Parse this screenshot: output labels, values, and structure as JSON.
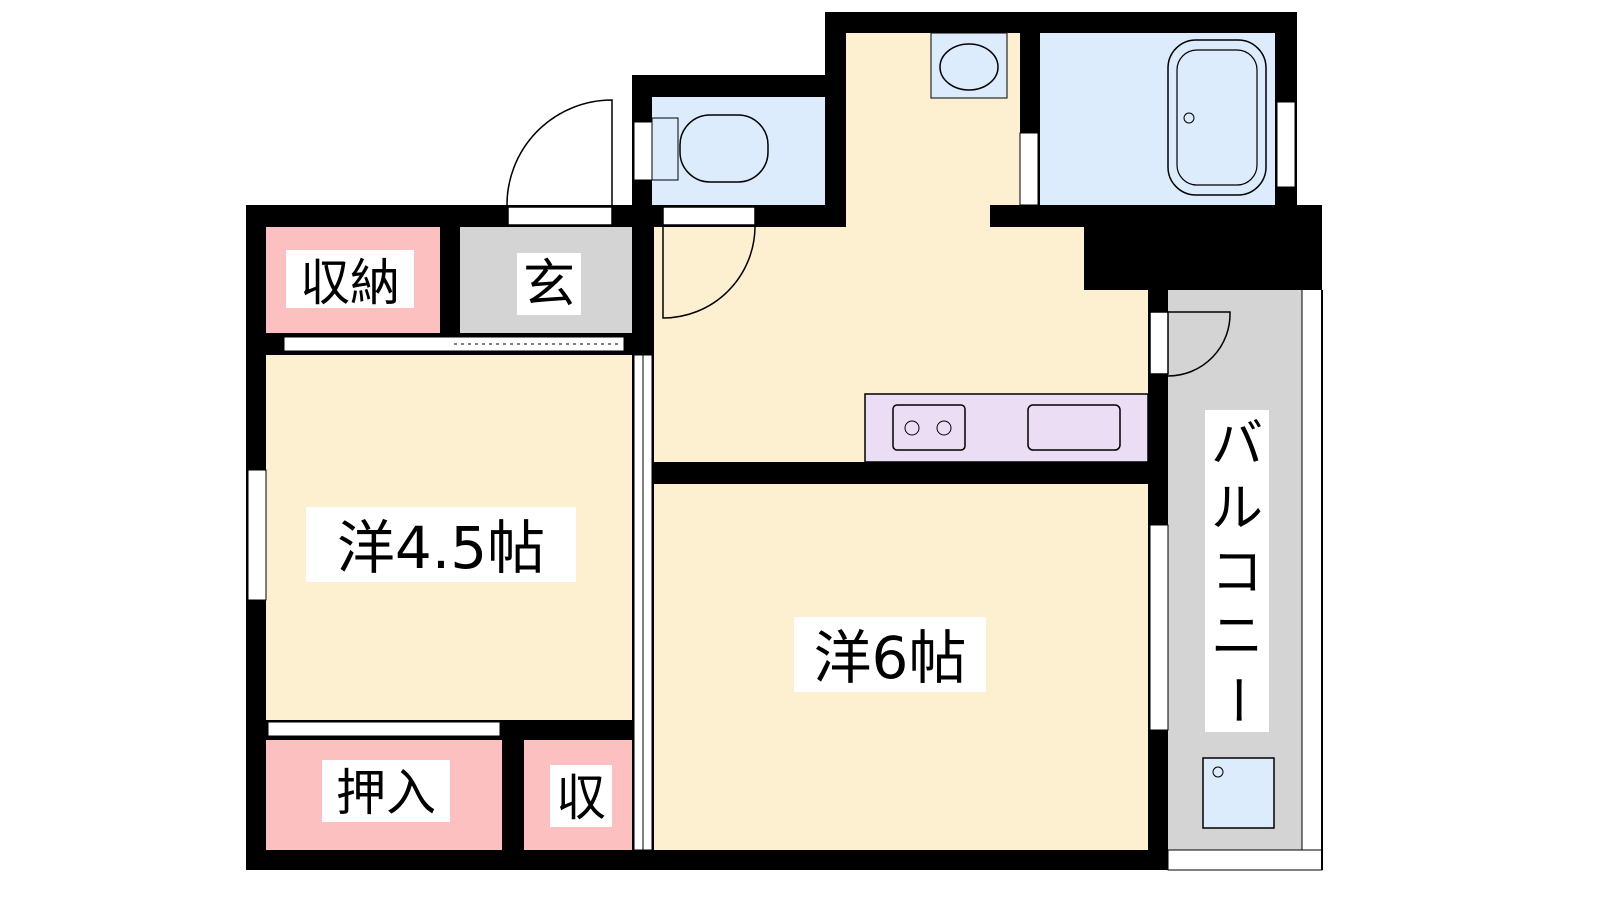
{
  "rooms": {
    "storage": "収納",
    "entrance": "玄",
    "western_room_a": "洋4.5帖",
    "western_room_b": "洋6帖",
    "closet": "押入",
    "small_storage": "収",
    "balcony": [
      "バ",
      "ル",
      "コ",
      "ニ",
      "ー"
    ]
  },
  "colors": {
    "wall": "#000000",
    "room": "#fdf0d0",
    "storage": "#fcc0c0",
    "entrance": "#d4d4d4",
    "wet_area": "#dcecfc",
    "kitchen": "#ebddf3",
    "balcony": "#d4d4d4"
  }
}
